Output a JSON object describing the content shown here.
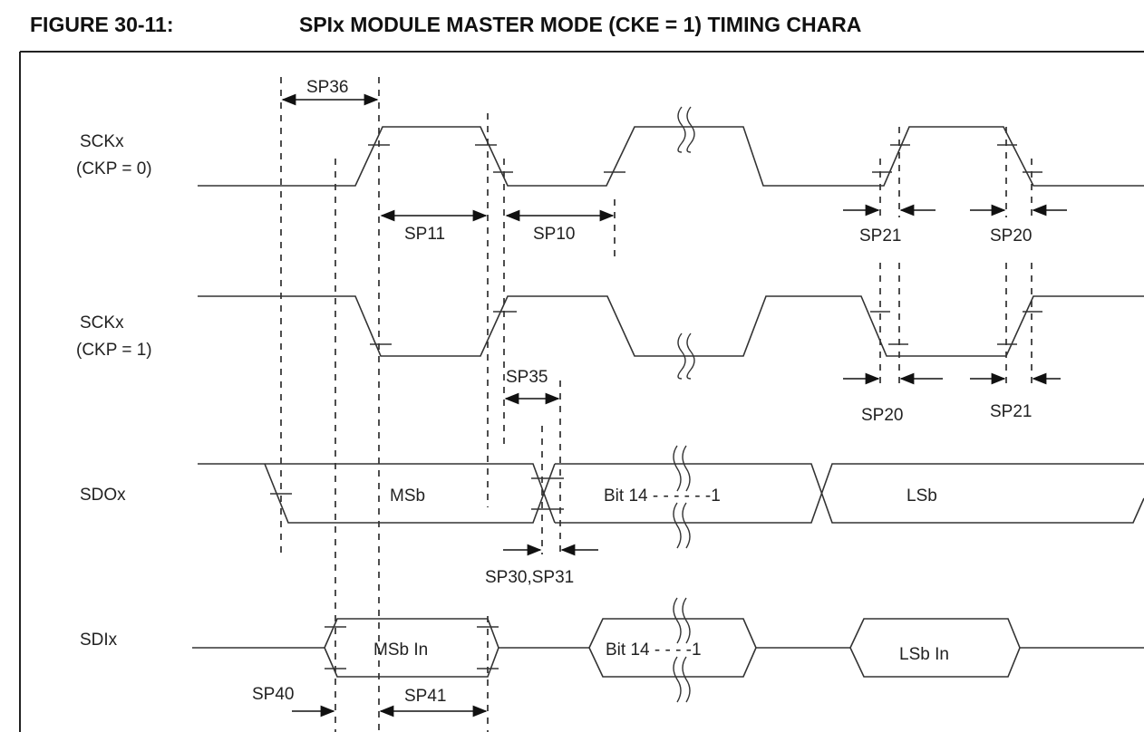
{
  "figure": {
    "number": "FIGURE 30-11:",
    "title": "SPIx MODULE MASTER MODE (CKE = 1) TIMING CHARA"
  },
  "signals": {
    "sck0": {
      "name": "SCKx",
      "sub": "(CKP = 0)"
    },
    "sck1": {
      "name": "SCKx",
      "sub": "(CKP = 1)"
    },
    "sdo": {
      "name": "SDOx"
    },
    "sdi": {
      "name": "SDIx"
    }
  },
  "data_labels": {
    "sdo_msb": "MSb",
    "sdo_bits": "Bit 14 - - - - - -1",
    "sdo_lsb": "LSb",
    "sdi_msb": "MSb In",
    "sdi_bits": "Bit 14 - - - -1",
    "sdi_lsb": "LSb In"
  },
  "timing": {
    "sp36": "SP36",
    "sp11": "SP11",
    "sp10": "SP10",
    "sp21_a": "SP21",
    "sp20_a": "SP20",
    "sp35": "SP35",
    "sp20_b": "SP20",
    "sp21_b": "SP21",
    "sp30_31": "SP30,SP31",
    "sp40": "SP40",
    "sp41": "SP41"
  }
}
